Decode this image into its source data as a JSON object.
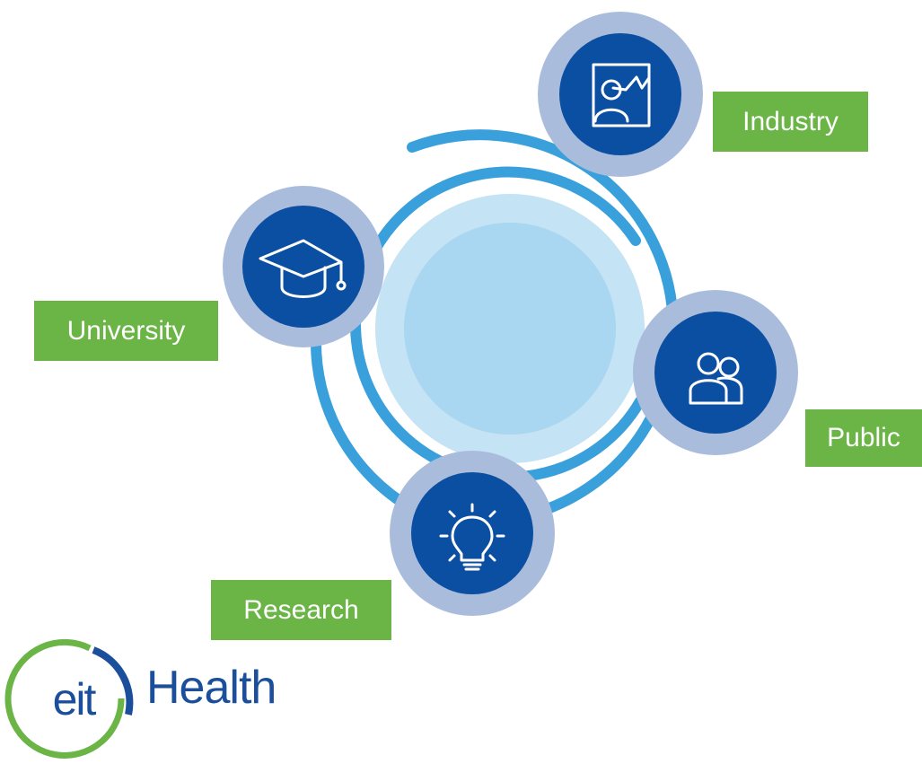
{
  "labels": {
    "industry": "Industry",
    "university": "University",
    "public": "Public",
    "research": "Research"
  },
  "logo": {
    "mark_text": "eit",
    "brand_text": "Health"
  },
  "icons": {
    "industry": "presentation-chart-icon",
    "university": "graduation-cap-icon",
    "public": "people-icon",
    "research": "lightbulb-icon"
  },
  "colors": {
    "node_fill": "#0b4fa2",
    "node_halo": "#a9bcdc",
    "ring_stroke": "#3aa0dc",
    "core_outer": "#c4e3f4",
    "core_inner": "#a9d6f0",
    "label_bg": "#6ab545",
    "label_text": "#ffffff",
    "logo_green": "#6ab545",
    "logo_blue": "#1b4f9c"
  }
}
